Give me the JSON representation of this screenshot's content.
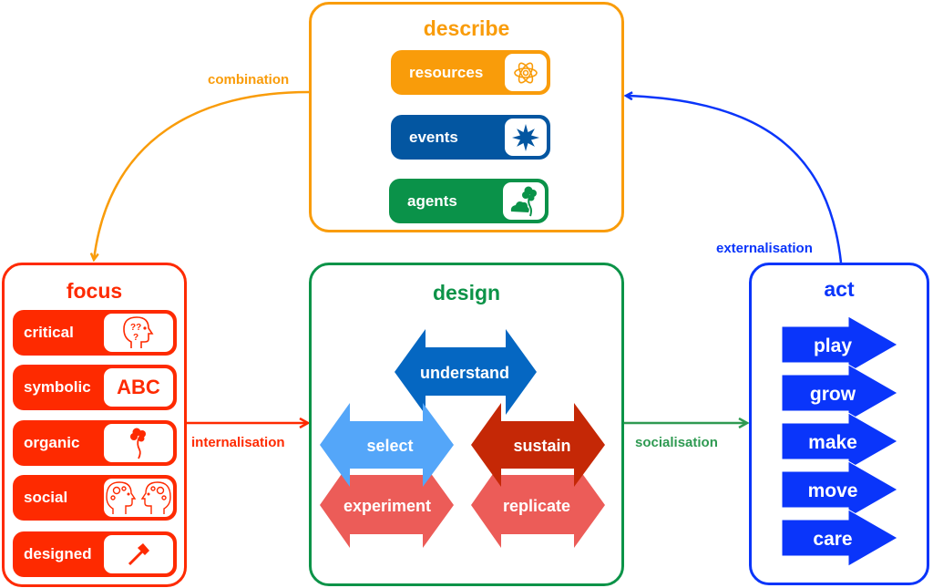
{
  "colors": {
    "describe": "#f99c0a",
    "focus": "#fe2a00",
    "design": "#0c9348",
    "act": "#0a35fa",
    "events_pill": "#0356a1",
    "agents_pill": "#0a9249",
    "understand": "#0567c2",
    "select": "#54a6f9",
    "sustain": "#c52806",
    "experiment": "#ec5c58",
    "replicate": "#ec5c58"
  },
  "describe": {
    "title": "describe",
    "items": [
      {
        "label": "resources",
        "icon": "atom-icon"
      },
      {
        "label": "events",
        "icon": "starburst-icon"
      },
      {
        "label": "agents",
        "icon": "tree-cloud-icon"
      }
    ]
  },
  "focus": {
    "title": "focus",
    "items": [
      {
        "label": "critical",
        "icon": "thinking-head-icon"
      },
      {
        "label": "symbolic",
        "icon": "abc-text-icon",
        "icon_text": "ABC"
      },
      {
        "label": "organic",
        "icon": "tree-icon"
      },
      {
        "label": "social",
        "icon": "two-heads-gears-icon"
      },
      {
        "label": "designed",
        "icon": "hammer-icon"
      }
    ]
  },
  "design": {
    "title": "design",
    "arrows": [
      {
        "label": "understand"
      },
      {
        "label": "select"
      },
      {
        "label": "sustain"
      },
      {
        "label": "experiment"
      },
      {
        "label": "replicate"
      }
    ]
  },
  "act": {
    "title": "act",
    "arrows": [
      {
        "label": "play"
      },
      {
        "label": "grow"
      },
      {
        "label": "make"
      },
      {
        "label": "move"
      },
      {
        "label": "care"
      }
    ]
  },
  "flows": {
    "combination": "combination",
    "externalisation": "externalisation",
    "internalisation": "internalisation",
    "socialisation": "socialisation"
  }
}
